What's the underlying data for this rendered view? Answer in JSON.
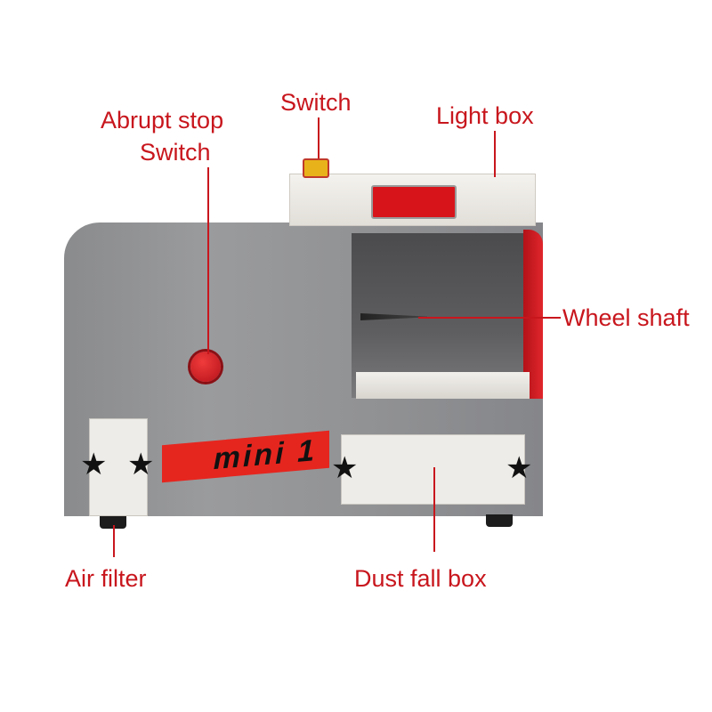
{
  "labels": {
    "switch": "Switch",
    "abrupt_stop_line1": "Abrupt stop",
    "abrupt_stop_line2": "Switch",
    "light_box": "Light box",
    "wheel_shaft": "Wheel shaft",
    "air_filter": "Air filter",
    "dust_fall_box": "Dust fall box"
  },
  "product_logo": "mini 1",
  "colors": {
    "label": "#c8161d",
    "body": "#8f9092",
    "accent": "#e5261f"
  }
}
